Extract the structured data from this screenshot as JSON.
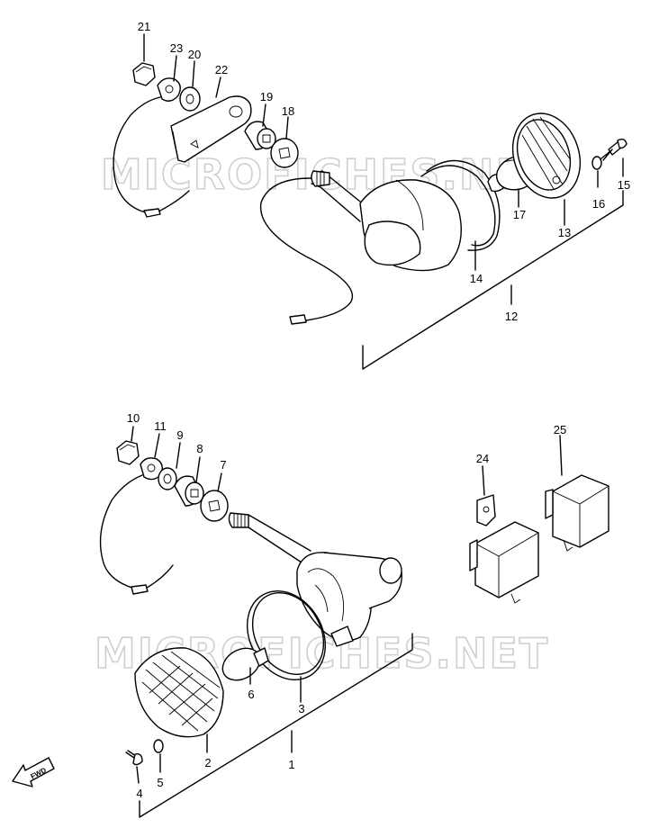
{
  "watermark": {
    "text": "MICROFICHES.NET"
  },
  "fwd_arrow": {
    "text": "FWD"
  },
  "callouts": {
    "c1": "1",
    "c2": "2",
    "c3": "3",
    "c4": "4",
    "c5": "5",
    "c6": "6",
    "c7": "7",
    "c8": "8",
    "c9": "9",
    "c10": "10",
    "c11": "11",
    "c12": "12",
    "c13": "13",
    "c14": "14",
    "c15": "15",
    "c16": "16",
    "c17": "17",
    "c18": "18",
    "c19": "19",
    "c20": "20",
    "c21": "21",
    "c22": "22",
    "c23": "23",
    "c24": "24",
    "c25": "25"
  }
}
